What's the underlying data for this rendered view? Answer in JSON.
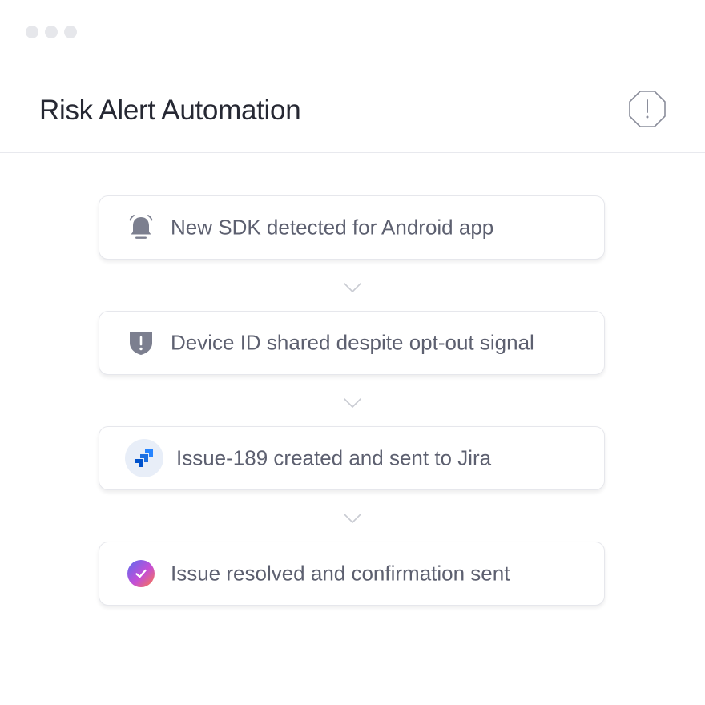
{
  "window": {
    "control_dots": [
      "dot",
      "dot",
      "dot"
    ]
  },
  "header": {
    "title": "Risk Alert Automation",
    "alert_icon": "octagon-alert-icon"
  },
  "steps": [
    {
      "icon": "bell-icon",
      "label": "New SDK detected for Android app"
    },
    {
      "icon": "shield-alert-icon",
      "label": "Device ID shared despite opt-out signal"
    },
    {
      "icon": "jira-icon",
      "label": "Issue-189 created and sent to Jira"
    },
    {
      "icon": "check-circle-icon",
      "label": "Issue resolved and confirmation sent"
    }
  ],
  "connectors": [
    "chevron-down-icon",
    "chevron-down-icon",
    "chevron-down-icon"
  ],
  "colors": {
    "title": "#262833",
    "label": "#5d6070",
    "icon_gray": "#7c7f8f",
    "jira_blue": "#2684ff",
    "divider": "#e8e9ee"
  }
}
